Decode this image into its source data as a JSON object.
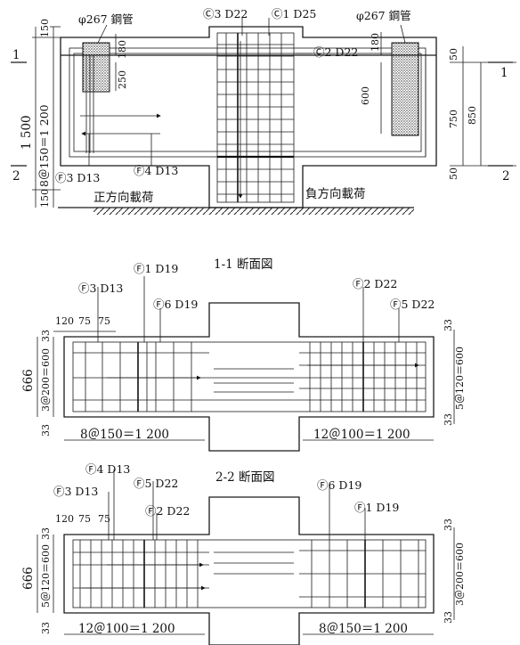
{
  "elevation": {
    "labels": {
      "pipe_left": "φ267 鋼管",
      "pipe_right": "φ267 鋼管",
      "c3": "Ⓒ3 D22",
      "c1": "Ⓒ1 D25",
      "c2": "Ⓒ2 D22",
      "f3": "Ⓕ3 D13",
      "f4": "Ⓕ4 D13",
      "pos_load": "正方向載荷",
      "neg_load": "負方向載荷",
      "sec1_left": "1",
      "sec1_right": "1",
      "sec2_left": "2",
      "sec2_right": "2"
    },
    "dims": {
      "d150_top": "150",
      "d1500": "1 500",
      "d8at150": "8＠150＝1 200",
      "d150_bot": "150",
      "d180_l": "180",
      "d250": "250",
      "d180_r": "180",
      "d600": "600",
      "d50_top": "50",
      "d750": "750",
      "d850": "850",
      "d50_bot": "50"
    }
  },
  "section1": {
    "title": "1-1 断面図",
    "labels": {
      "f1": "Ⓕ1 D19",
      "f3": "Ⓕ3 D13",
      "f6": "Ⓕ6 D19",
      "f2": "Ⓕ2 D22",
      "f5": "Ⓕ5 D22"
    },
    "dims": {
      "d120": "120",
      "d75a": "75",
      "d75b": "75",
      "d666": "666",
      "d33_top": "33",
      "d3at200": "3＠200＝600",
      "d33_bot": "33",
      "r33_top": "33",
      "r5at120": "5＠120＝600",
      "r33_bot": "33",
      "bottom_left": "8＠150＝1 200",
      "bottom_right": "12＠100＝1 200"
    }
  },
  "section2": {
    "title": "2-2 断面図",
    "labels": {
      "f4": "Ⓕ4 D13",
      "f3": "Ⓕ3 D13",
      "f5": "Ⓕ5 D22",
      "f2": "Ⓕ2 D22",
      "f6": "Ⓕ6 D19",
      "f1": "Ⓕ1 D19"
    },
    "dims": {
      "d120": "120",
      "d75a": "75",
      "d75b": "75",
      "d666": "666",
      "d33_top": "33",
      "d5at120": "5＠120＝600",
      "d33_bot": "33",
      "r33_top": "33",
      "r3at200": "3＠200＝600",
      "r33_bot": "33",
      "bottom_left": "12＠100＝1 200",
      "bottom_right": "8＠150＝1 200"
    }
  }
}
